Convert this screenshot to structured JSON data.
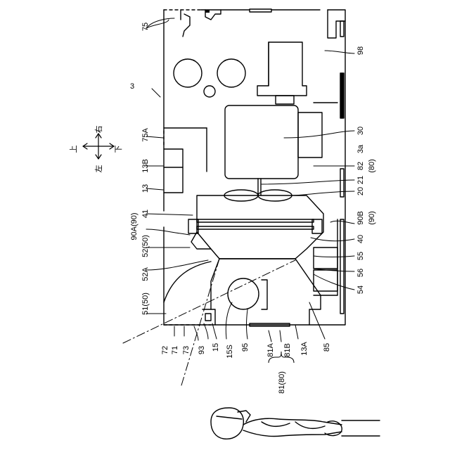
{
  "figure": {
    "direction_labels": {
      "up": "上",
      "down": "下",
      "left": "左",
      "right": "右"
    },
    "labels": [
      {
        "id": "75",
        "text": "75"
      },
      {
        "id": "3",
        "text": "3"
      },
      {
        "id": "98",
        "text": "98"
      },
      {
        "id": "75A",
        "text": "75A"
      },
      {
        "id": "13B",
        "text": "13B"
      },
      {
        "id": "13",
        "text": "13"
      },
      {
        "id": "41",
        "text": "41"
      },
      {
        "id": "90A",
        "text": "90A(90)"
      },
      {
        "id": "52",
        "text": "52(50)"
      },
      {
        "id": "52A",
        "text": "52A"
      },
      {
        "id": "51",
        "text": "51(50)"
      },
      {
        "id": "72",
        "text": "72"
      },
      {
        "id": "71",
        "text": "71"
      },
      {
        "id": "73",
        "text": "73"
      },
      {
        "id": "93",
        "text": "93"
      },
      {
        "id": "15",
        "text": "15"
      },
      {
        "id": "15S",
        "text": "15S"
      },
      {
        "id": "95",
        "text": "95"
      },
      {
        "id": "81A",
        "text": "81A"
      },
      {
        "id": "81B",
        "text": "81B"
      },
      {
        "id": "81",
        "text": "81(80)"
      },
      {
        "id": "13A",
        "text": "13A"
      },
      {
        "id": "85",
        "text": "85"
      },
      {
        "id": "54",
        "text": "54"
      },
      {
        "id": "56",
        "text": "56"
      },
      {
        "id": "55",
        "text": "55"
      },
      {
        "id": "40",
        "text": "40"
      },
      {
        "id": "90B",
        "text": "90B"
      },
      {
        "id": "90Bp",
        "text": "(90)"
      },
      {
        "id": "20",
        "text": "20"
      },
      {
        "id": "21",
        "text": "21"
      },
      {
        "id": "82",
        "text": "82"
      },
      {
        "id": "80p",
        "text": "(80)"
      },
      {
        "id": "3a",
        "text": "3a"
      },
      {
        "id": "30",
        "text": "30"
      }
    ]
  }
}
